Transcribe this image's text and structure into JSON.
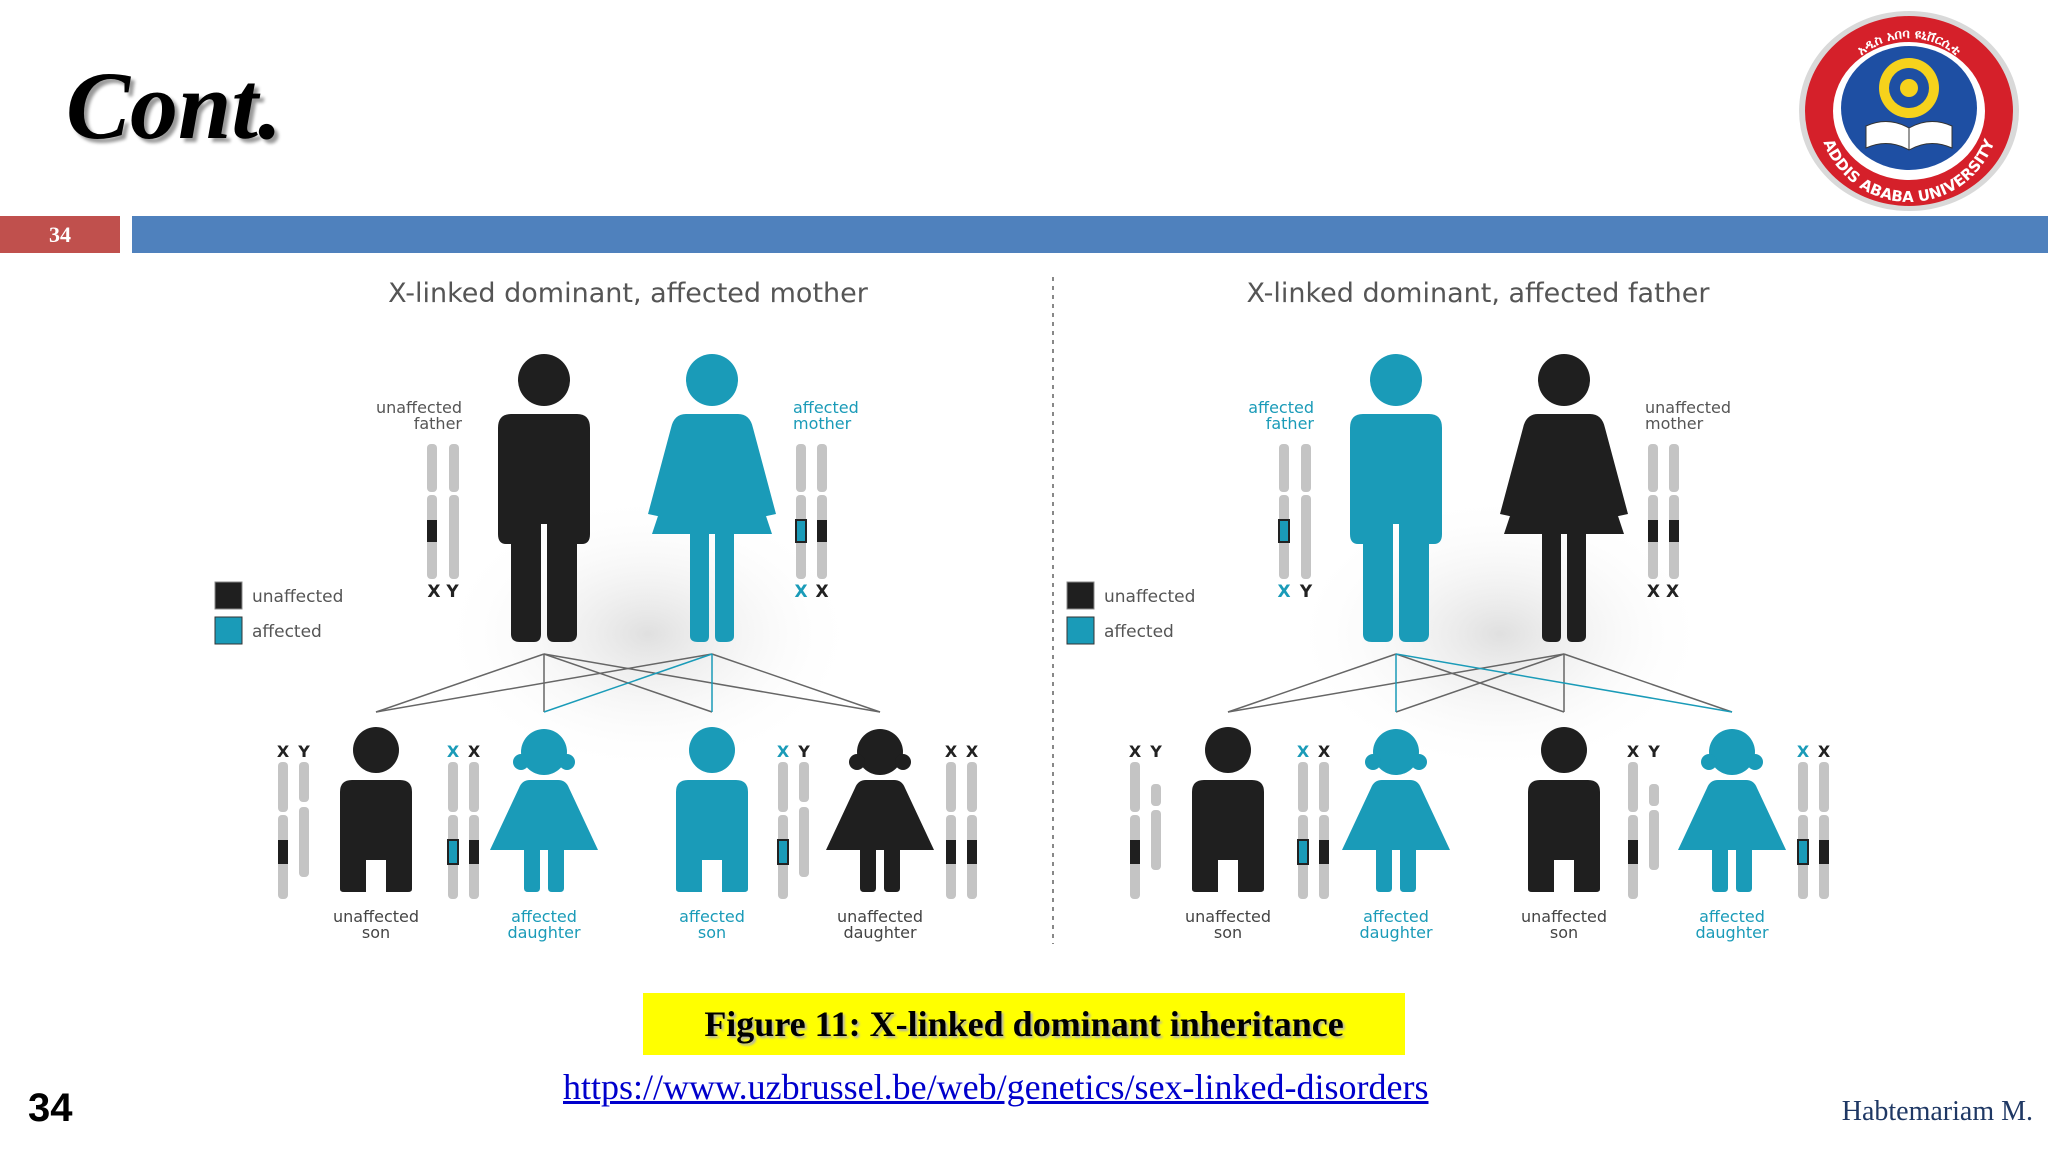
{
  "slide": {
    "title": "Cont.",
    "slide_number": "34",
    "footer_number": "34",
    "author": "Habtemariam M."
  },
  "logo": {
    "top_text": "አዲስ አበባ ዩኒቨርሲቲ",
    "bottom_text": "ADDIS ABABA UNIVERSITY"
  },
  "figure": {
    "left": {
      "title": "X-linked dominant, affected mother",
      "father_label": [
        "unaffected",
        "father"
      ],
      "mother_label": [
        "affected",
        "mother"
      ],
      "father_chrom": "X Y",
      "mother_chrom": [
        "X",
        "X"
      ],
      "legend_unaffected": "unaffected",
      "legend_affected": "affected",
      "children": [
        {
          "label": [
            "unaffected",
            "son"
          ],
          "chrom": [
            "X",
            "Y"
          ]
        },
        {
          "label": [
            "affected",
            "daughter"
          ],
          "chrom": [
            "X",
            "X"
          ]
        },
        {
          "label": [
            "affected",
            "son"
          ],
          "chrom": [
            "X",
            "Y"
          ]
        },
        {
          "label": [
            "unaffected",
            "daughter"
          ],
          "chrom": [
            "X",
            "X"
          ]
        }
      ]
    },
    "right": {
      "title": "X-linked dominant, affected father",
      "father_label": [
        "affected",
        "father"
      ],
      "mother_label": [
        "unaffected",
        "mother"
      ],
      "father_chrom": [
        "X",
        "Y"
      ],
      "mother_chrom": "X X",
      "legend_unaffected": "unaffected",
      "legend_affected": "affected",
      "children": [
        {
          "label": [
            "unaffected",
            "son"
          ],
          "chrom": [
            "X",
            "Y"
          ]
        },
        {
          "label": [
            "affected",
            "daughter"
          ],
          "chrom": [
            "X",
            "X"
          ]
        },
        {
          "label": [
            "unaffected",
            "son"
          ],
          "chrom": [
            "X",
            "Y"
          ]
        },
        {
          "label": [
            "affected",
            "daughter"
          ],
          "chrom": [
            "X",
            "X"
          ]
        }
      ]
    },
    "colors": {
      "affected": "#1a9bb8",
      "unaffected": "#1f1f1f",
      "chromosome": "#c4c4c4",
      "text": "#555555"
    }
  },
  "caption": "Figure 11: X-linked dominant inheritance",
  "link": "https://www.uzbrussel.be/web/genetics/sex-linked-disorders",
  "colors": {
    "number_box": "#c0504d",
    "bar": "#4f81bd",
    "caption_bg": "#ffff00",
    "link": "#0000cc"
  }
}
